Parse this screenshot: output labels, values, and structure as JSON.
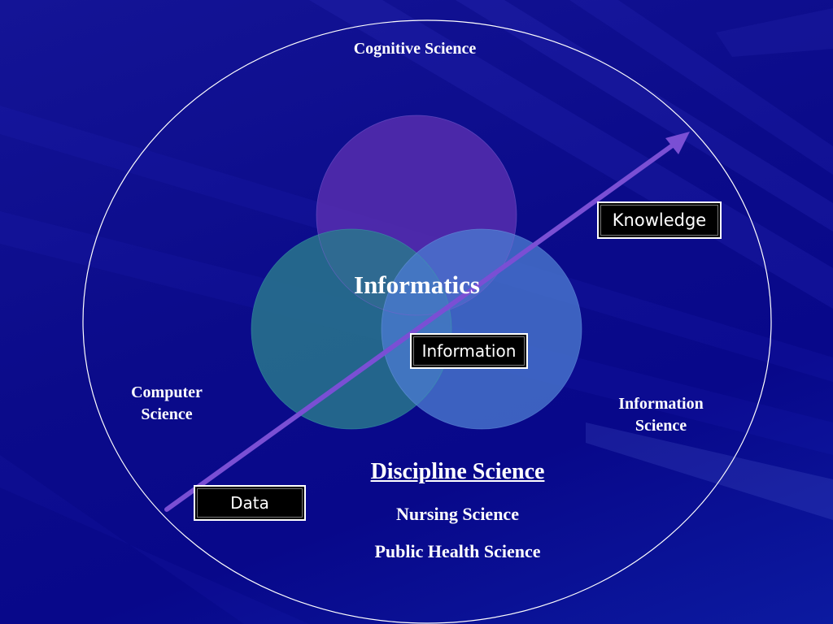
{
  "diagram": {
    "outer_labels": {
      "cognitive": "Cognitive Science",
      "computer": "Computer Science",
      "information": "Information Science"
    },
    "center_label": "Informatics",
    "progression": {
      "data": "Data",
      "information": "Information",
      "knowledge": "Knowledge"
    },
    "discipline": {
      "title": "Discipline Science",
      "items": [
        "Nursing Science",
        "Public Health Science"
      ]
    },
    "colors": {
      "background": "#0b0b8a",
      "circle_top": "#5b2fb0",
      "circle_left": "#2a7a8c",
      "circle_right": "#4a7ad0",
      "arrow": "#7a4fd4"
    }
  }
}
